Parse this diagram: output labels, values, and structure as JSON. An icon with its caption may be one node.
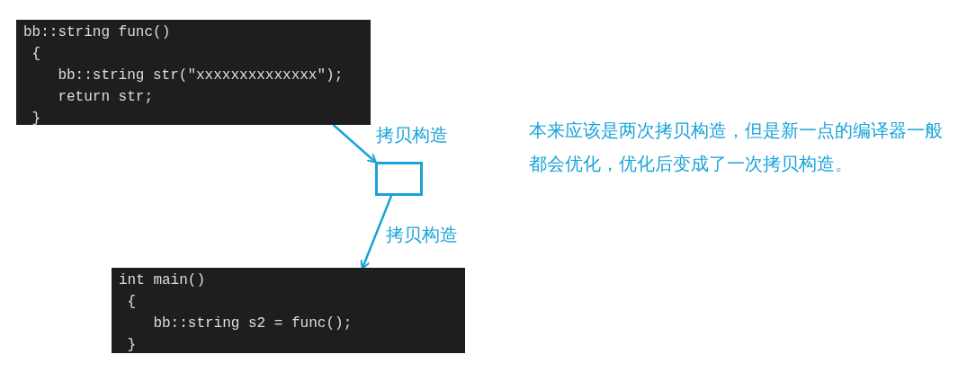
{
  "diagram": {
    "nodes": [
      {
        "text": [
          "bb::string func()",
          "{",
          "bb::string str(\"xxxxxxxxxxxxxx\");",
          "return str;",
          "}"
        ]
      },
      {
        "text": [],
        "shape": "box"
      },
      {
        "text": [
          "int main()",
          "{",
          "bb::string s2 = func();",
          "}"
        ]
      }
    ],
    "edges": [
      {
        "from": 0,
        "to": 1,
        "arrow": "to",
        "label": "拷贝构造"
      },
      {
        "from": 1,
        "to": 2,
        "arrow": "to",
        "label": "拷贝构造"
      }
    ],
    "labels": [
      "本来应该是两次拷贝构造，但是新一点的编译器一般都会优化，优化后变成了一次拷贝构造。"
    ]
  }
}
